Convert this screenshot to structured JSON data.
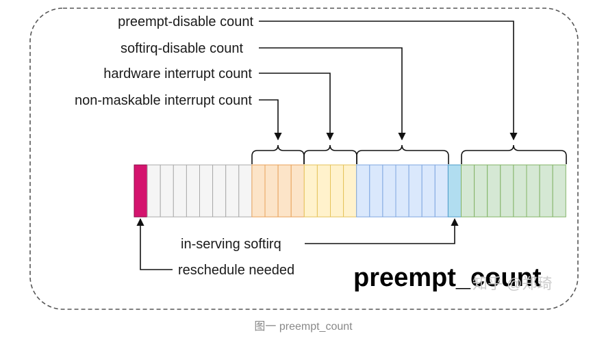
{
  "labels": {
    "preempt_disable": "preempt-disable count",
    "softirq_disable": "softirq-disable count",
    "hardware_interrupt": "hardware interrupt count",
    "nmi": "non-maskable interrupt count",
    "in_serving_softirq": "in-serving softirq",
    "reschedule_needed": "reschedule needed"
  },
  "title": "preempt_count",
  "watermark": "知乎 @郑琦",
  "caption": "图一 preempt_count",
  "colors": {
    "reschedule": "#d4146e",
    "unused": "#f5f5f5",
    "nmi": "#fce4c8",
    "hardirq": "#fff2cc",
    "softirq_disable": "#dae8fc",
    "serving_softirq": "#b1ddf0",
    "preempt": "#d5e8d4",
    "line": "#111111"
  },
  "bit_groups": [
    {
      "name": "reschedule",
      "bits": 1
    },
    {
      "name": "unused",
      "bits": 8
    },
    {
      "name": "nmi",
      "bits": 4
    },
    {
      "name": "hardirq",
      "bits": 4
    },
    {
      "name": "softirq_disable",
      "bits": 7
    },
    {
      "name": "serving_softirq",
      "bits": 1
    },
    {
      "name": "preempt",
      "bits": 8
    }
  ]
}
